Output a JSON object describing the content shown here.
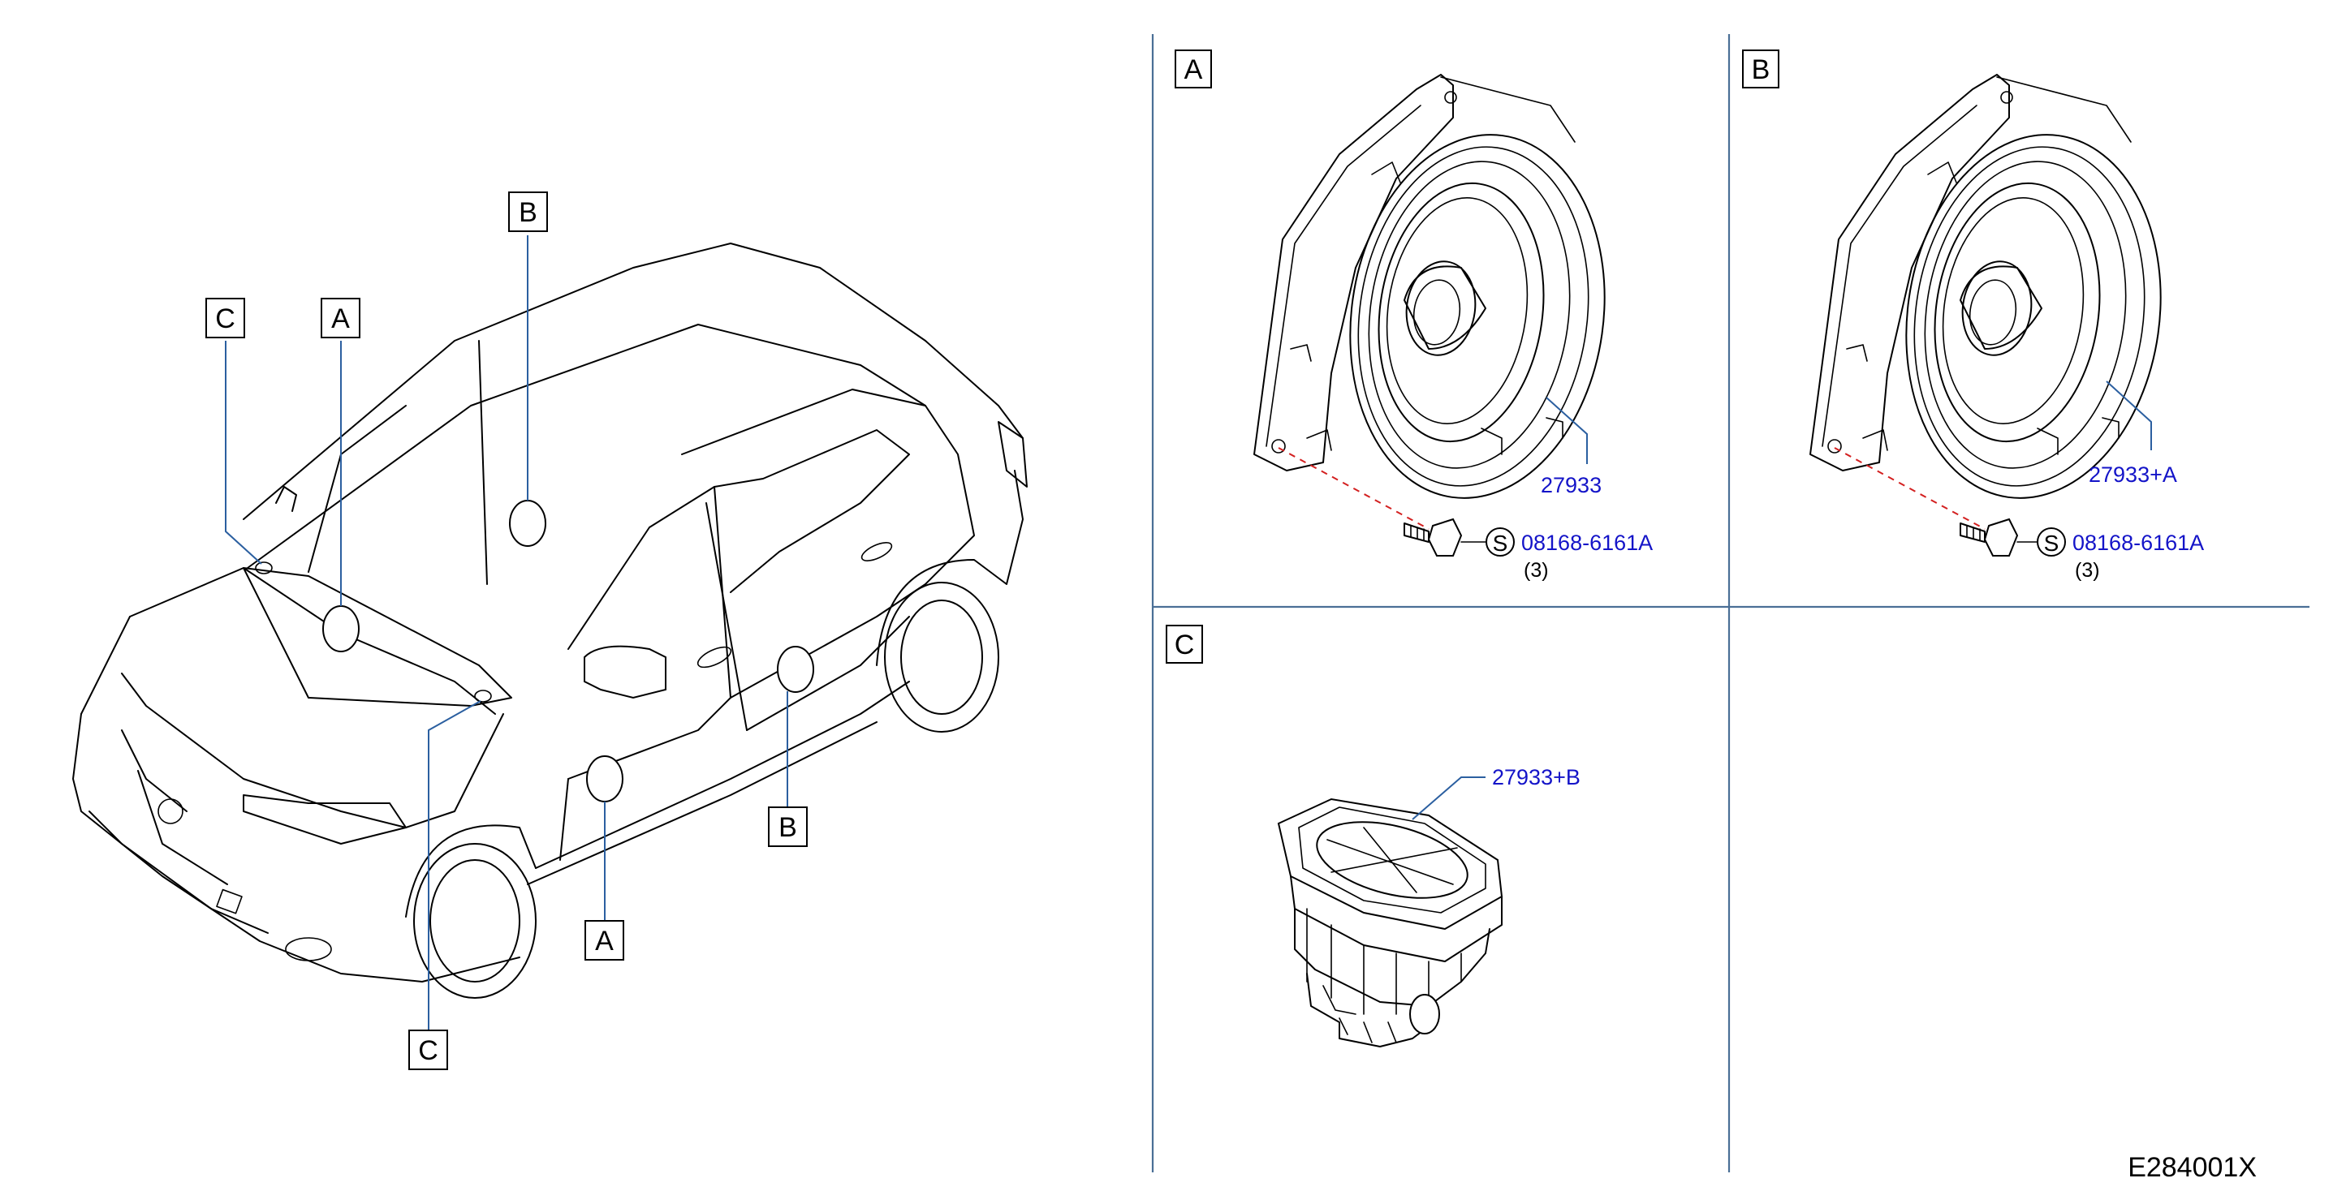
{
  "callouts": {
    "car_c_top": "C",
    "car_a_top": "A",
    "car_b_top": "B",
    "car_b_side": "B",
    "car_a_bottom": "A",
    "car_c_bottom": "C"
  },
  "panels": {
    "a": {
      "label": "A",
      "part_number": "27933",
      "screw_symbol": "S",
      "screw_part": "08168-6161A",
      "screw_qty": "(3)"
    },
    "b": {
      "label": "B",
      "part_number": "27933+A",
      "screw_symbol": "S",
      "screw_part": "08168-6161A",
      "screw_qty": "(3)"
    },
    "c": {
      "label": "C",
      "part_number": "27933+B"
    }
  },
  "diagram_code": "E284001X",
  "colors": {
    "part_number": "#1414c8",
    "leader_line": "#2b5fa0",
    "panel_divider": "#4a6f96",
    "alignment_dash": "#d32020"
  }
}
